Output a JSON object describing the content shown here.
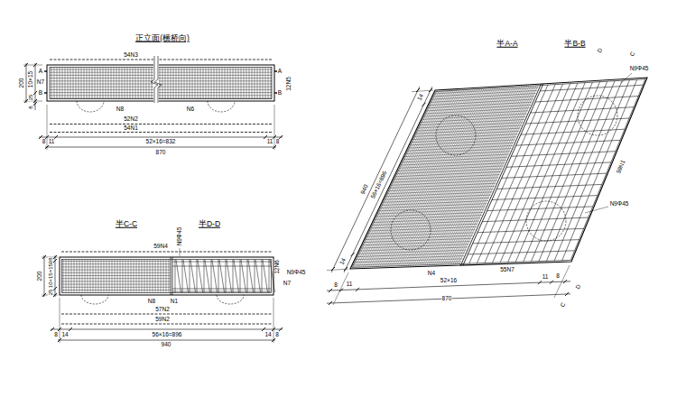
{
  "diagram": {
    "labels": [
      "正立面(横桥向)",
      "54N3",
      "A",
      "N7",
      "B",
      "A",
      "B",
      "200",
      "10×15",
      "8",
      "25",
      "12N5",
      "N8",
      "N6",
      "52N2",
      "54N1",
      "8",
      "11",
      "52×16=832",
      "11",
      "8",
      "870",
      "半C-C",
      "半D-D",
      "59N4",
      "N9Φ45",
      "200",
      "8",
      "10×15=150",
      "25",
      "12N6",
      "N9Φ45",
      "N7",
      "N8",
      "N1",
      "57N2",
      "59N2",
      "8",
      "14",
      "56×16=896",
      "14",
      "8",
      "940",
      "半A-A",
      "半B-B",
      "D",
      "C",
      "N9Φ45",
      "940",
      "56×16=896",
      "14",
      "14",
      "59N1",
      "N9Φ45",
      "N4",
      "55N7",
      "8",
      "11",
      "52×16",
      "11",
      "8",
      "870",
      "D",
      "C"
    ]
  }
}
